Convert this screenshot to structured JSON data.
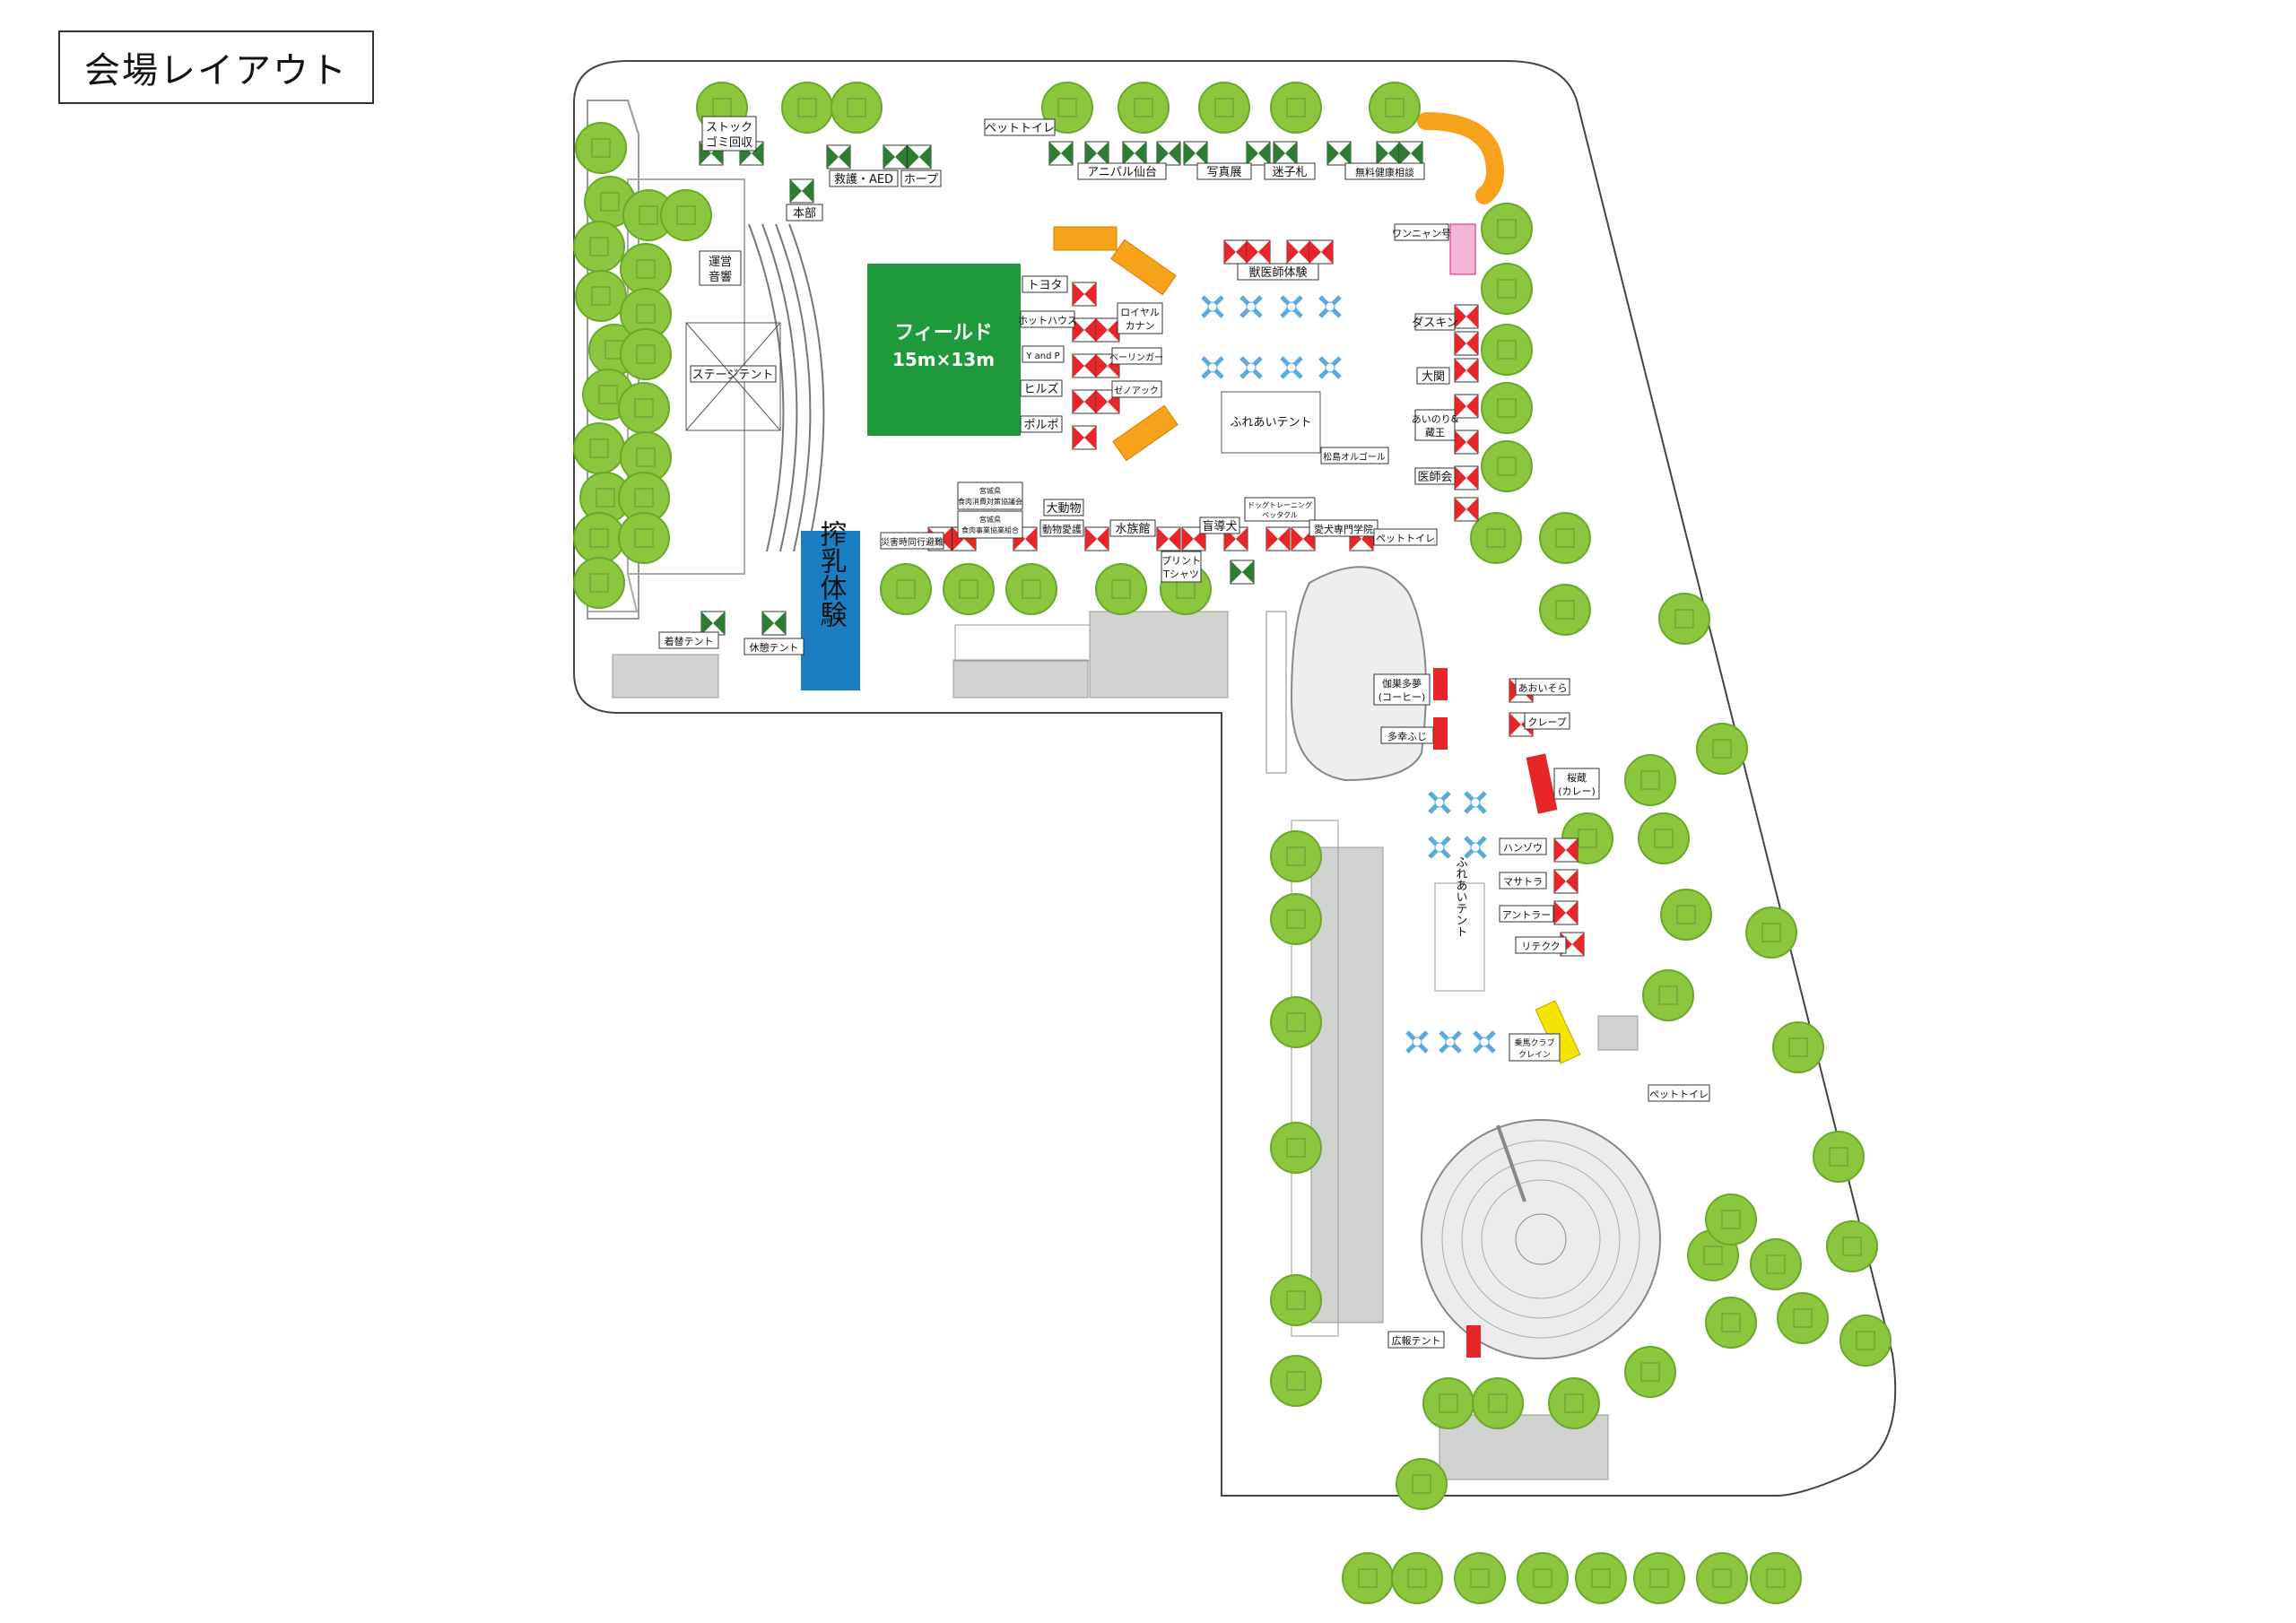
{
  "title": "会場レイアウト",
  "colors": {
    "tree": "#8cc63f",
    "tree_dark": "#6aa82a",
    "field": "#1e9a3a",
    "tent_red": "#e8262a",
    "tent_green": "#2e7d32",
    "milk": "#1a7ec2",
    "pink": "#f4b6d8",
    "orange": "#f7a21b",
    "yellow": "#f5e400",
    "gray": "#d0d3d0",
    "sign_blue": "#5aa9df"
  },
  "field": {
    "name": "フィールド",
    "size": "15m×13m"
  },
  "milk_experience": "搾乳体験",
  "labels": {
    "stock_trash": [
      "ストック",
      "ゴミ回収"
    ],
    "rescue_aed": "救護・AED",
    "hope": "ホープ",
    "hq": "本部",
    "operation_sound": [
      "運営",
      "音響"
    ],
    "stage_tent": "ステージテント",
    "pet_toilet_top": "ペットトイレ",
    "animal_sendai": "アニパル仙台",
    "photo_exhibit": "写真展",
    "lost_child_tag": "迷子札",
    "free_health": "無料健康相談",
    "wannyan": "ワンニャン号",
    "vet_experience": "獣医師体験",
    "toyota": "トヨタ",
    "hothouse": "ホットハウス",
    "royal_canin": [
      "ロイヤル",
      "カナン"
    ],
    "y_and_p": "Y and P",
    "beringer": "ベーリンガー",
    "hills": "ヒルズ",
    "zenoaq": "ゼノアック",
    "polupo": "ポルポ",
    "fureai_tent": "ふれあいテント",
    "matsushima_orgel": "松島オルゴール",
    "dusukin": "ダスキン",
    "ohzeki": "大関",
    "aimori": [
      "あいのり&",
      "藏王"
    ],
    "medical_assoc": "医師会",
    "pref_consumer": [
      "宮城県",
      "食肉消費対策協議会"
    ],
    "pref_business": [
      "宮城県",
      "食肉事業協業組合"
    ],
    "big_animal": "大動物",
    "disaster_team": "災害時同行避難",
    "animal_love": "動物愛護",
    "aquarium": "水族館",
    "guide_dog": "盲導犬",
    "dog_training": [
      "ドッグトレーニング",
      "ペッタクル"
    ],
    "aiken_school": "愛犬専門学院",
    "pet_toilet_mid": "ペットトイレ",
    "print_tshirt": [
      "プリント",
      "Tシャツ"
    ],
    "dressing_tent": "着替テント",
    "rest_tent": "休憩テント",
    "kashi_tamu": [
      "伽巣多夢",
      "(コーヒー)"
    ],
    "tasai_fuji": "多幸ふじ",
    "aozora": "あおいそら",
    "crepe": "クレープ",
    "sakura_curry": [
      "桜蔵",
      "(カレー)"
    ],
    "hanzou": "ハンゾウ",
    "masatora": "マサトラ",
    "antler": "アントラー",
    "litekuku": "リテクク",
    "fureai_tent_2": "ふれあいテント",
    "horse_club": [
      "乗馬クラブ",
      "クレイン"
    ],
    "pet_toilet_right": "ペットトイレ",
    "pr_tent": "広報テント"
  }
}
